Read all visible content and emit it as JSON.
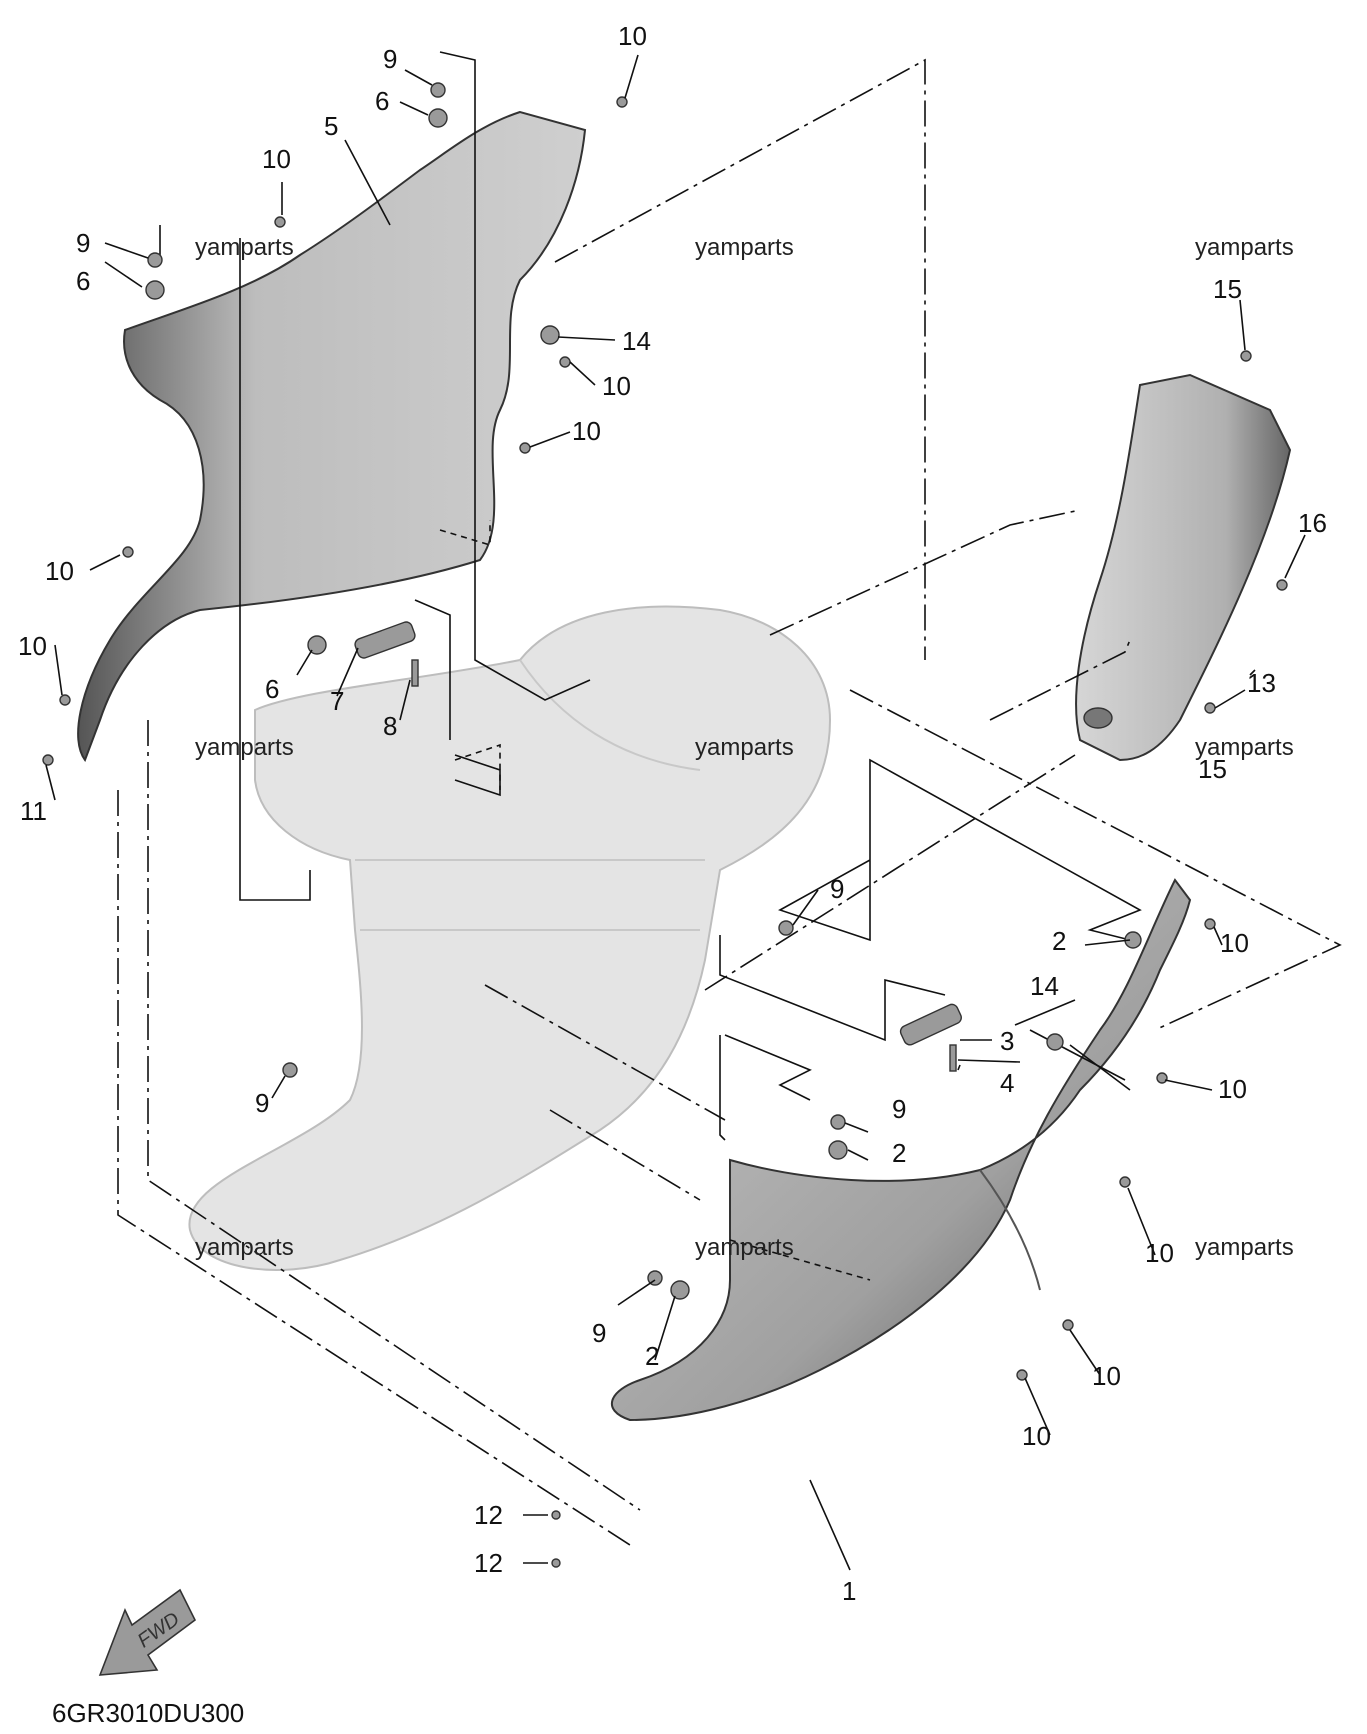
{
  "diagram": {
    "code": "6GR3010DU300",
    "fwd_label": "FWD",
    "watermark": "yamparts",
    "callouts": [
      "1",
      "2",
      "3",
      "4",
      "5",
      "6",
      "7",
      "8",
      "9",
      "10",
      "11",
      "12",
      "13",
      "14",
      "15",
      "16"
    ],
    "colors": {
      "part_dark": "#5a5a5a",
      "part_mid": "#a8a8a8",
      "part_light": "#d8d8d8",
      "ghost": "#e4e4e4"
    },
    "icons": [
      "fwd-arrow-icon"
    ]
  }
}
